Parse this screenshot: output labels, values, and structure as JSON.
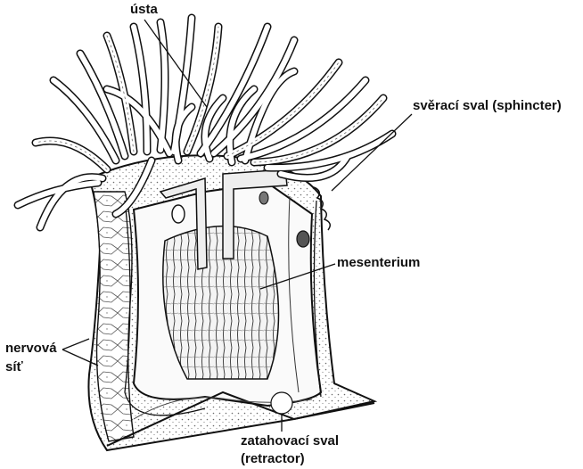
{
  "figure": {
    "labels": {
      "mouth": "ústa",
      "sphincter": "svěrací sval (sphincter)",
      "mesentery": "mesenterium",
      "nerve_net_line1": "nervová",
      "nerve_net_line2": "síť",
      "retractor_line1": "zatahovací sval",
      "retractor_line2": "(retractor)"
    },
    "colors": {
      "ink": "#111111",
      "paper": "#ffffff",
      "stipple": "#8a8a8a",
      "muscle": "#dcdcdc"
    }
  }
}
